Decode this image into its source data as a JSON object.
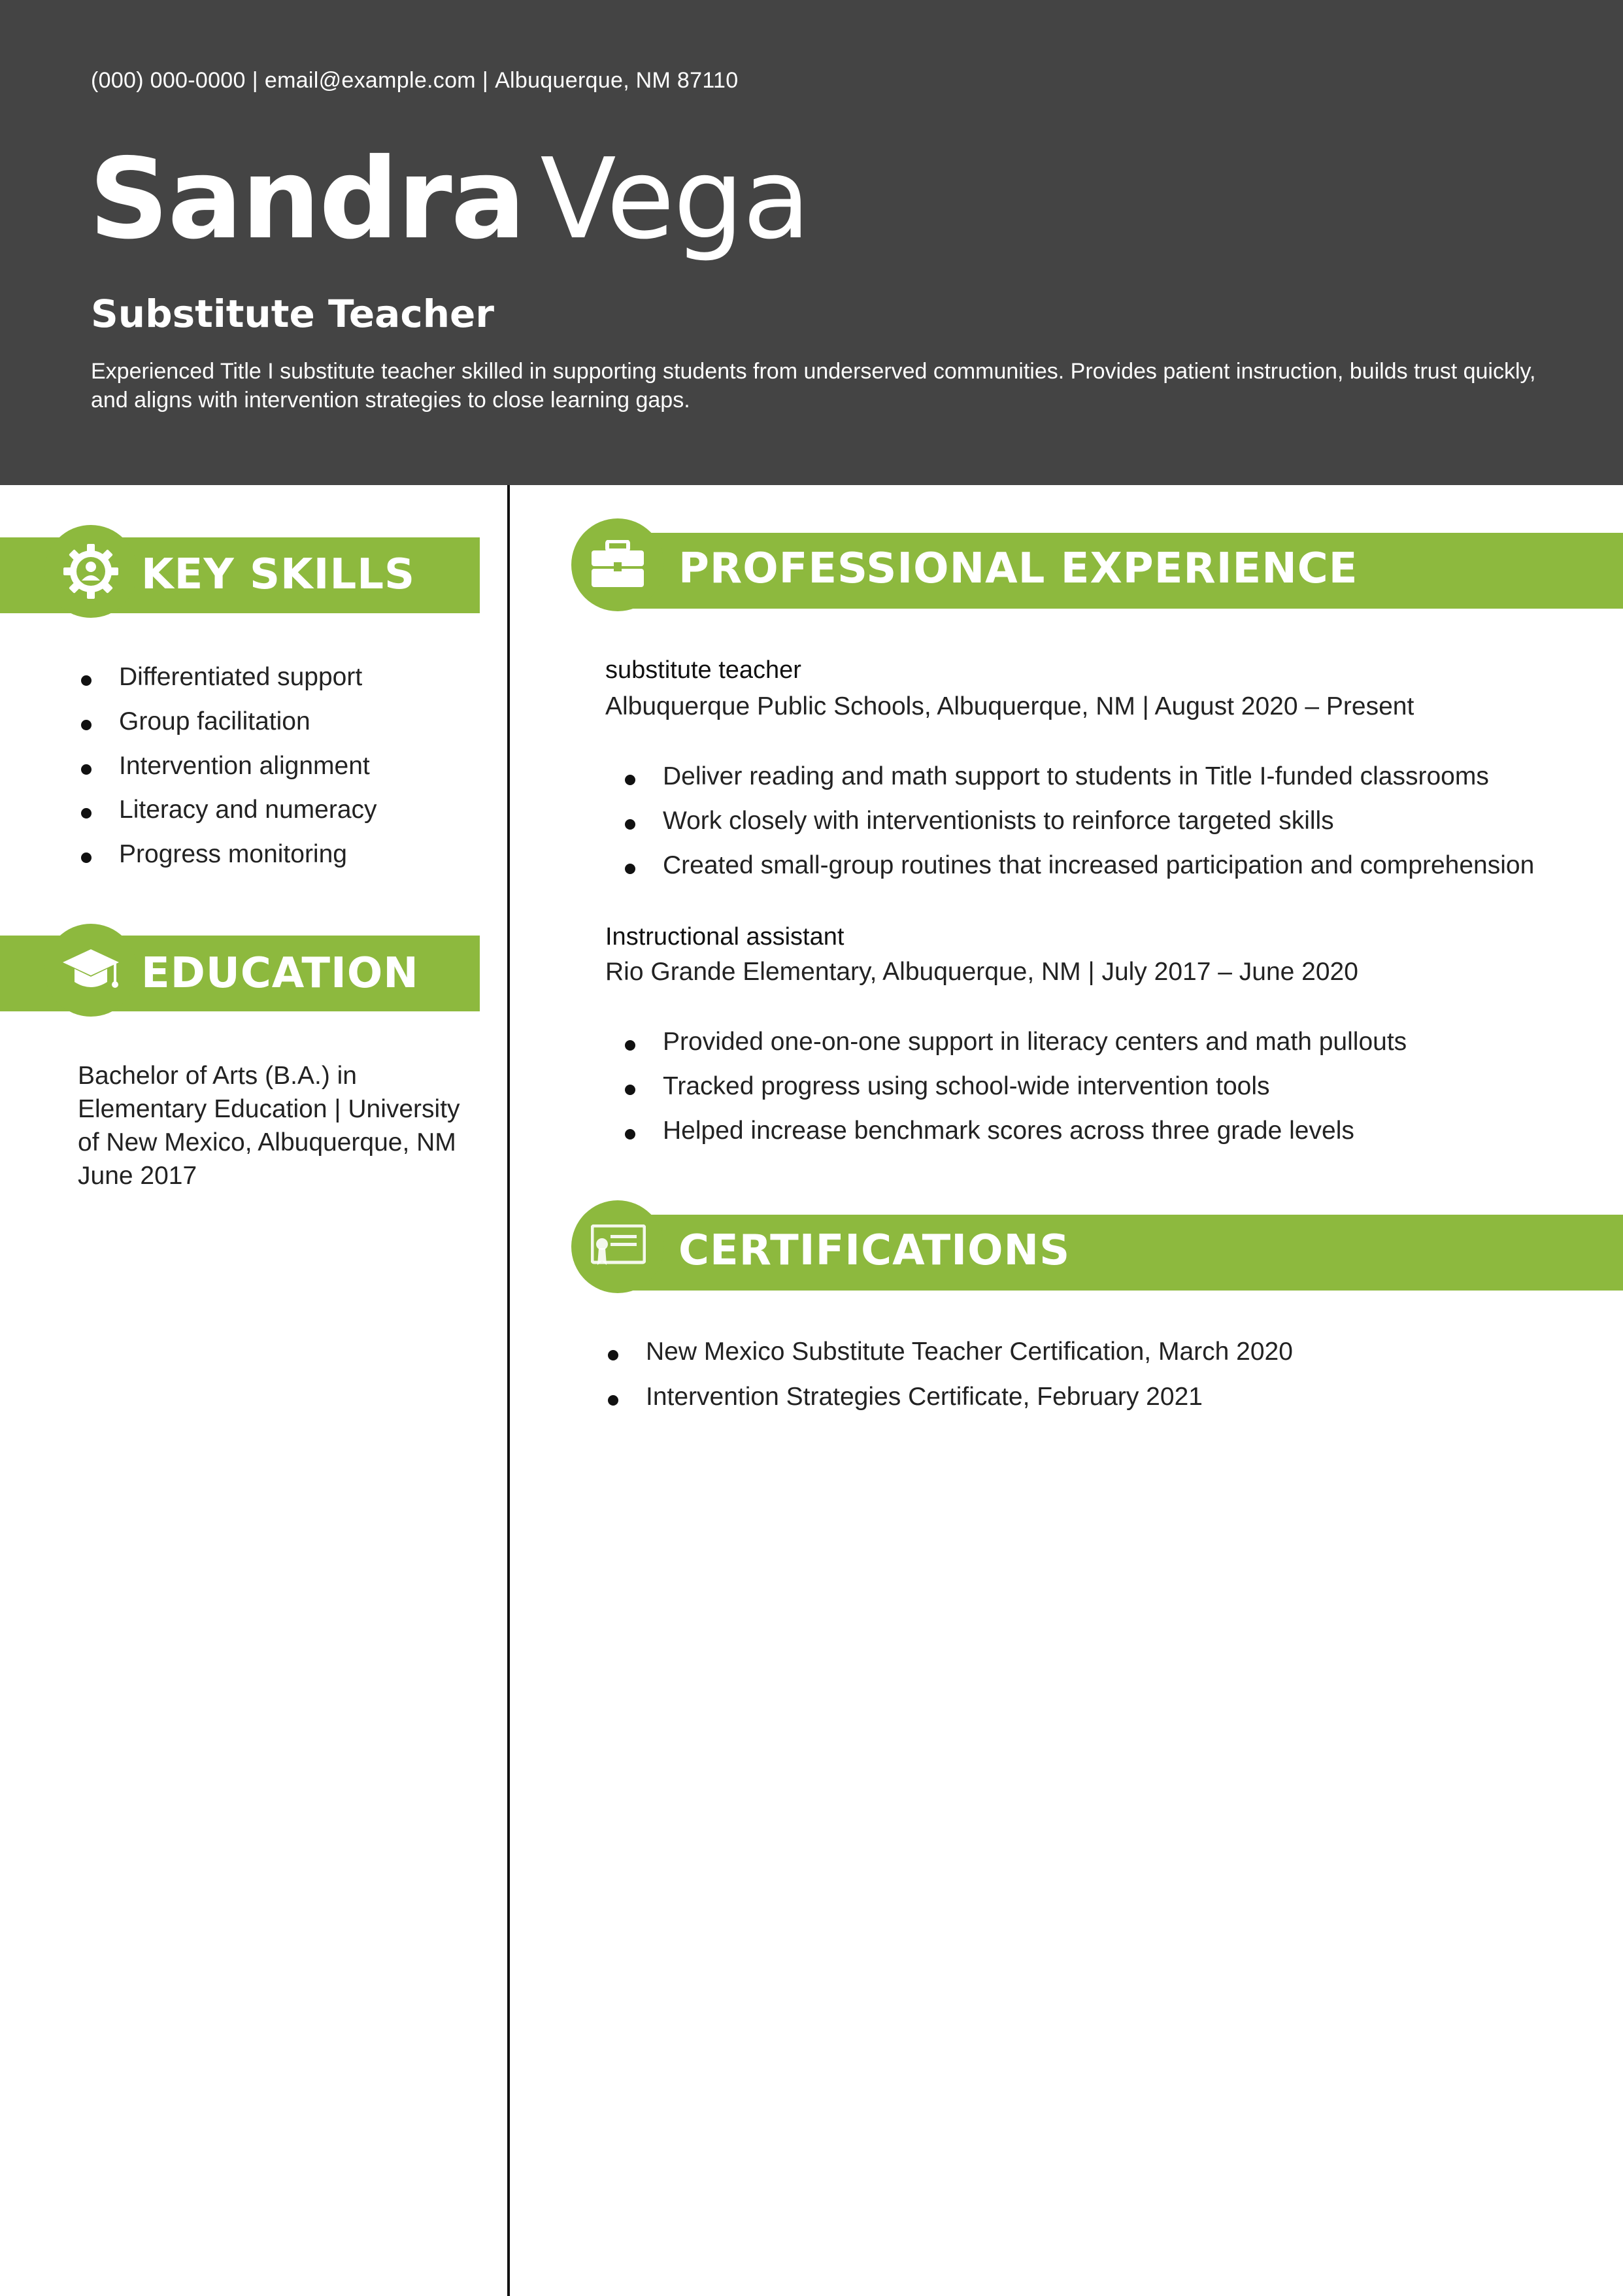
{
  "header": {
    "contact": {
      "phone": "(000) 000-0000",
      "email": "email@example.com",
      "location": "Albuquerque, NM 87110",
      "separator": "|"
    },
    "first_name": "Sandra",
    "last_name": "Vega",
    "title": "Substitute Teacher",
    "summary": "Experienced Title I substitute teacher skilled in supporting students from underserved communities. Provides patient instruction, builds trust quickly, and aligns with intervention strategies to close learning gaps."
  },
  "skills": {
    "heading": "KEY SKILLS",
    "icon": "gear-person-icon",
    "items": [
      "Differentiated support",
      "Group facilitation",
      "Intervention alignment",
      "Literacy and numeracy",
      "Progress monitoring"
    ]
  },
  "education": {
    "heading": "EDUCATION",
    "icon": "graduation-cap-icon",
    "line1": "Bachelor of Arts (B.A.) in",
    "line2": "Elementary Education | University",
    "line3": "of New Mexico, Albuquerque, NM",
    "line4": "June 2017"
  },
  "experience": {
    "heading": "PROFESSIONAL EXPERIENCE",
    "icon": "briefcase-icon",
    "jobs": [
      {
        "role": "substitute teacher",
        "meta": "Albuquerque Public Schools, Albuquerque, NM | August 2020 – Present",
        "bullets": [
          "Deliver reading and math support to students in Title I-funded classrooms",
          "Work closely with interventionists to reinforce targeted skills",
          "Created small-group routines that increased participation and comprehension"
        ]
      },
      {
        "role": "Instructional assistant",
        "meta": "Rio Grande Elementary, Albuquerque, NM | July 2017 – June 2020",
        "bullets": [
          "Provided one-on-one support in literacy centers and math pullouts",
          "Tracked progress using school-wide intervention tools",
          "Helped increase benchmark scores across three grade levels"
        ]
      }
    ]
  },
  "certifications": {
    "heading": "CERTIFICATIONS",
    "icon": "certificate-icon",
    "items": [
      "New Mexico Substitute Teacher Certification, March 2020",
      "Intervention Strategies Certificate, February 2021"
    ]
  },
  "colors": {
    "header_bg": "#444444",
    "accent": "#8db93e"
  }
}
